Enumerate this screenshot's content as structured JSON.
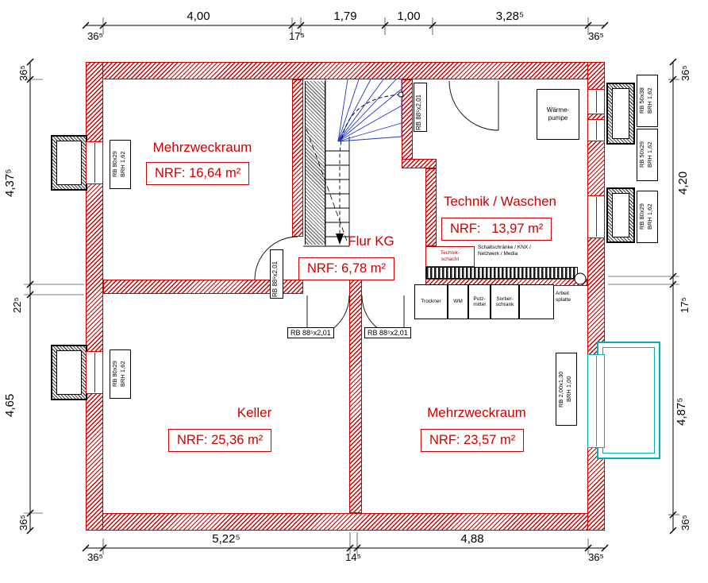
{
  "rooms": {
    "mehrzweckraum_top": {
      "name": "Mehrzweckraum",
      "nrf": "NRF: 16,64 m²"
    },
    "technik": {
      "name": "Technik / Waschen",
      "nrf": "NRF:   13,97 m²"
    },
    "flur": {
      "name": "Flur KG",
      "nrf": "NRF: 6,78 m²"
    },
    "keller": {
      "name": "Keller",
      "nrf": "NRF: 25,36 m²"
    },
    "mehrzweckraum_bottom": {
      "name": "Mehrzweckraum",
      "nrf": "NRF: 23,57 m²"
    }
  },
  "dims": {
    "top": {
      "d1": "4,00",
      "d2": "1,79",
      "d3": "1,00",
      "d4": "3,28⁵",
      "s1": "36⁵",
      "s2": "17⁵",
      "s3": "36⁵"
    },
    "bottom": {
      "d1": "5,22⁵",
      "d2": "4,88",
      "s1": "36⁵",
      "s2": "14⁵",
      "s3": "36⁵"
    },
    "left": {
      "s1": "36⁵",
      "d1": "4,37⁵",
      "s2": "22⁵",
      "d2": "4,65",
      "s3": "36⁵"
    },
    "right": {
      "s1": "36⁵",
      "d1": "4,20",
      "s2": "17⁵",
      "d2": "4,87⁵",
      "s3": "36⁵"
    }
  },
  "doors": {
    "d1": "RB 88⁵x2,01",
    "d2": "RB 88⁵x2,01",
    "d3": "RB 88⁵x2,01",
    "d4": "RB 88⁵x2,01"
  },
  "windows": {
    "left_top": {
      "size": "RB 80x29",
      "brh": "BRH 1,62"
    },
    "left_bottom": {
      "size": "RB 80x29",
      "brh": "BRH 1,62"
    },
    "right_top": {
      "size": "RB 50x38",
      "brh": "BRH 1,62"
    },
    "right_mid": {
      "size": "RB 50x29",
      "brh": "BRH 1,62"
    },
    "right_low": {
      "size": "RB 80x29",
      "brh": "BRH 1,62"
    },
    "bottom_right": {
      "size": "RB 2,00x1,30",
      "brh": "BRH 1,00"
    }
  },
  "equipment": {
    "waermepumpe": {
      "l1": "Wärme-",
      "l2": "pumpe"
    },
    "technikschacht": {
      "l1": "Technik-",
      "l2": "schacht"
    },
    "schaltschraenke": {
      "l1": "Schaltschränke / KNX /",
      "l2": "Netzwerk / Media"
    },
    "trockner": "Trockner",
    "wm": "WM",
    "putzmittel": {
      "l1": "Putz-",
      "l2": "mittel"
    },
    "sortierschrank": {
      "l1": "Sortier-",
      "l2": "schrank"
    },
    "arbeitsplatte": {
      "l1": "Arbeit",
      "l2": "splatte"
    }
  },
  "colors": {
    "wall": "#cc0000",
    "stair_blue": "#2233cc",
    "lightwell_teal": "#00b0b0",
    "linework": "#000000"
  }
}
